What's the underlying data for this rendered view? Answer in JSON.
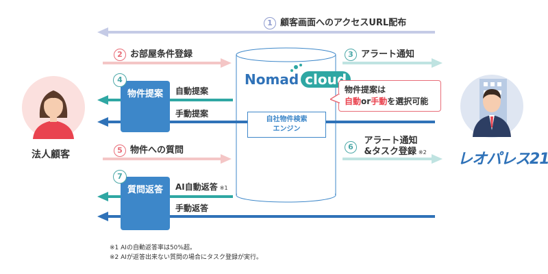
{
  "labels": {
    "step1": {
      "num": "1",
      "text": "顧客画面へのアクセスURL配布"
    },
    "step2": {
      "num": "2",
      "text": "お部屋条件登録"
    },
    "step3": {
      "num": "3",
      "text": "アラート通知"
    },
    "step4": {
      "num": "4",
      "title": "物件提案"
    },
    "auto_proposal": "自動提案",
    "manual_proposal": "手動提案",
    "step5": {
      "num": "5",
      "text": "物件への質問"
    },
    "step6": {
      "num": "6",
      "line1": "アラート通知",
      "line2": "&タスク登録",
      "note_mark": "※2"
    },
    "step7": {
      "num": "7",
      "title": "質問返答"
    },
    "ai_reply": "AI自動返答",
    "ai_reply_mark": "※1",
    "manual_reply": "手動返答"
  },
  "actors": {
    "customer": "法人顧客",
    "company_logo": "レオパレス21"
  },
  "nomad": {
    "logo_nomad": "Nomad",
    "logo_cloud": "cloud",
    "engine_line1": "自社物件検索",
    "engine_line2": "エンジン"
  },
  "callout": {
    "line1": "物件提案は",
    "auto": "自動",
    "or": "or",
    "manual": "手動",
    "rest": "を選択可能"
  },
  "notes": {
    "note1": "※1 AIの自動返答率は50%超。",
    "note2": "※2 AIが返答出来ない質問の場合にタスク登録が実行。"
  },
  "colors": {
    "lavender": "#c5cbe6",
    "pink": "#f4c6c6",
    "teal_light": "#bfe3e1",
    "teal": "#2fa7a3",
    "blue": "#2f72b8",
    "box_blue": "#3d87c9",
    "red": "#e9434f"
  }
}
